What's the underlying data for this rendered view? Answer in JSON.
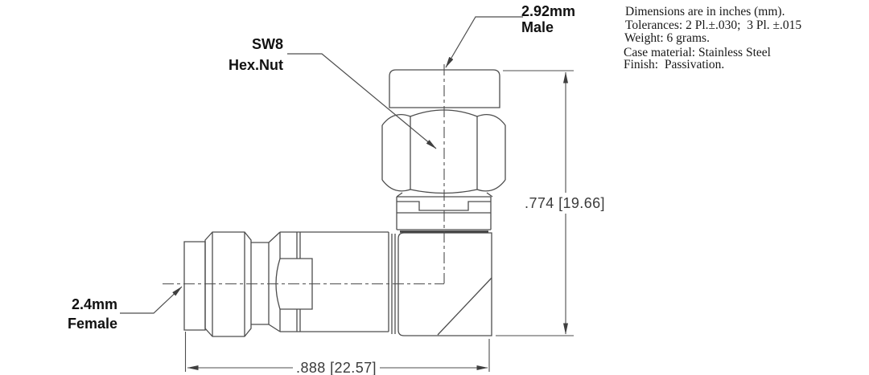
{
  "notes": {
    "lines": [
      "Dimensions are in inches (mm).",
      "Tolerances: 2 Pl.±.030;  3 Pl. ±.015",
      "Weight: 6 grams.",
      "Case material: Stainless Steel",
      "Finish:  Passivation."
    ]
  },
  "labels": {
    "male": {
      "line1": "2.92mm",
      "line2": "Male"
    },
    "hex_nut": {
      "line1": "SW8",
      "line2": "Hex.Nut"
    },
    "female": {
      "line1": "2.4mm",
      "line2": "Female"
    }
  },
  "dimensions": {
    "height": ".774 [19.66]",
    "width": ".888 [22.57]"
  },
  "colors": {
    "line": "#4d4d4d",
    "label_text": "#111111",
    "dim_text": "#3b3b3b",
    "background": "#ffffff"
  }
}
